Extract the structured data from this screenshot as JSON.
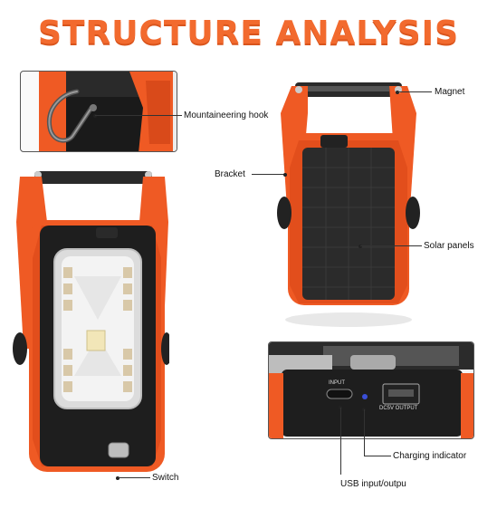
{
  "title": "STRUCTURE ANALYSIS",
  "callouts": {
    "hook": "Mountaineering hook",
    "magnet": "Magnet",
    "bracket": "Bracket",
    "solar": "Solar panels",
    "switch": "Switch",
    "charging": "Charging indicator",
    "usb": "USB input/outpu"
  },
  "port_labels": {
    "input": "INPUT",
    "output": "DC5V OUTPUT"
  },
  "colors": {
    "accent": "#f26a2e",
    "body_orange": "#ef5a24",
    "casing": "#1e1e1e",
    "charging_led": "#3a4fd8"
  }
}
